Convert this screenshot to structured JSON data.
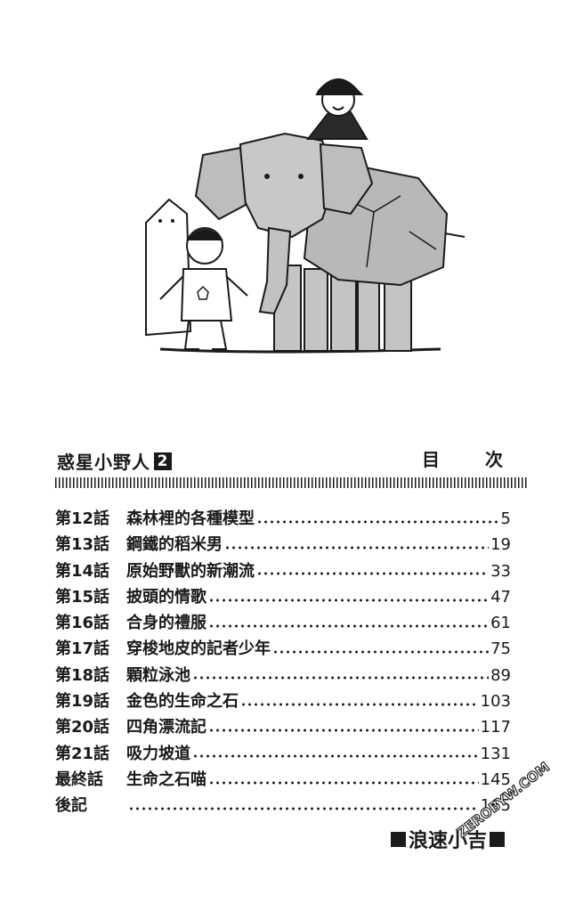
{
  "header": {
    "book_title": "惑星小野人",
    "volume": "2",
    "toc_label": "目 次"
  },
  "toc": [
    {
      "chapter": "第12話",
      "title": "森林裡的各種模型",
      "page": "5"
    },
    {
      "chapter": "第13話",
      "title": "鋼鐵的稻米男",
      "page": "19"
    },
    {
      "chapter": "第14話",
      "title": "原始野獸的新潮流",
      "page": "33"
    },
    {
      "chapter": "第15話",
      "title": "披頭的情歌",
      "page": "47"
    },
    {
      "chapter": "第16話",
      "title": "合身的禮服",
      "page": "61"
    },
    {
      "chapter": "第17話",
      "title": "穿梭地皮的記者少年",
      "page": "75"
    },
    {
      "chapter": "第18話",
      "title": "顆粒泳池",
      "page": "89"
    },
    {
      "chapter": "第19話",
      "title": "金色的生命之石",
      "page": "103"
    },
    {
      "chapter": "第20話",
      "title": "四角漂流記",
      "page": "117"
    },
    {
      "chapter": "第21話",
      "title": "吸力坡道",
      "page": "131"
    },
    {
      "chapter": "最終話",
      "title": "生命之石喵",
      "page": "145"
    },
    {
      "chapter": "後記",
      "title": "",
      "page": "165"
    }
  ],
  "author": "浪速小吉",
  "watermark": "ZEROBYW.COM",
  "illustration": {
    "description_icon": "elephant-model-illustration",
    "ink_color": "#1a1a1a",
    "tone_color": "#b8b8b8"
  }
}
